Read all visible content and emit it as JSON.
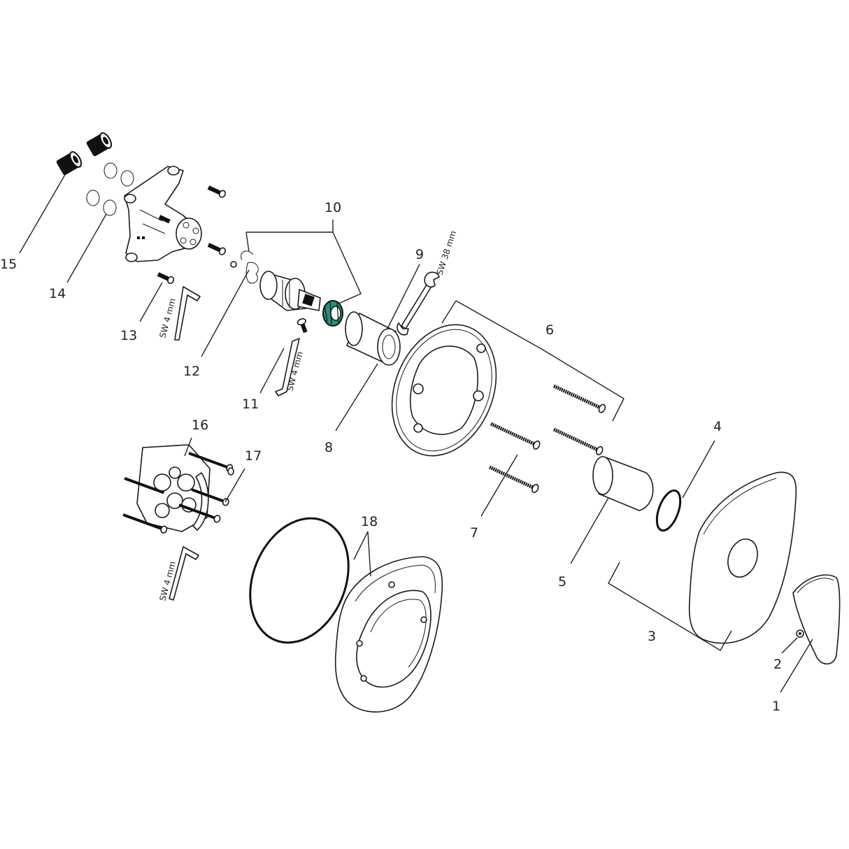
{
  "diagram": {
    "callouts": {
      "c1": "1",
      "c2": "2",
      "c3": "3",
      "c4": "4",
      "c5": "5",
      "c6": "6",
      "c7": "7",
      "c8": "8",
      "c9": "9",
      "c10": "10",
      "c11": "11",
      "c12": "12",
      "c13": "13",
      "c14": "14",
      "c15": "15",
      "c16": "16",
      "c17": "17",
      "c18": "18"
    },
    "tool_labels": {
      "sw38": "SW 38 mm",
      "sw4_a": "SW 4 mm",
      "sw4_b": "SW 4 mm",
      "sw4_c": "SW 4 mm"
    },
    "colors": {
      "line": "#1a1a1a",
      "highlight_ring": "#2a8f7a",
      "background": "#ffffff"
    }
  }
}
